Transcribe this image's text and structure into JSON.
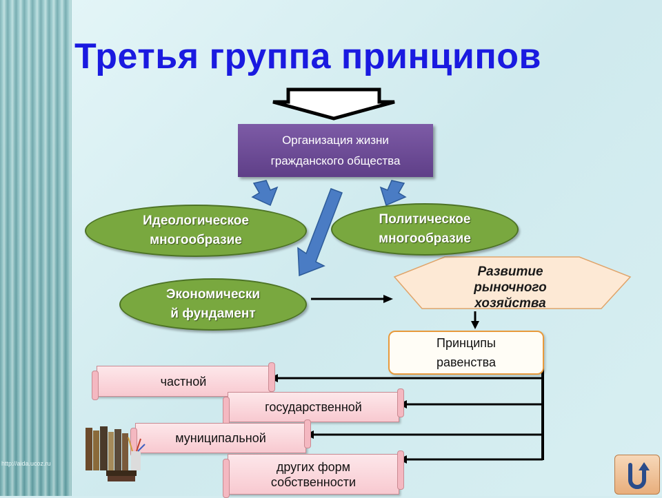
{
  "title": "Третья группа принципов",
  "org_box": {
    "line1": "Организация жизни",
    "line2": "гражданского общества"
  },
  "ellipses": [
    {
      "line1": "Идеологическое",
      "line2": "многообразие"
    },
    {
      "line1": "Политическое",
      "line2": "многообразие"
    },
    {
      "line1": "Экономически",
      "line2": "й фундамент"
    }
  ],
  "market": {
    "line1": "Развитие",
    "line2": "рыночного",
    "line3": "хозяйства"
  },
  "principles": {
    "line1": "Принципы",
    "line2": "равенства"
  },
  "forms": [
    {
      "line1": "частной"
    },
    {
      "line1": "государственной"
    },
    {
      "line1": "муниципальной"
    },
    {
      "line1": "других форм",
      "line2": "собственности"
    }
  ],
  "watermark": "http://aida.ucoz.ru",
  "colors": {
    "title": "#1a1ae0",
    "org_box": "#6a4896",
    "ellipse": "#79a83f",
    "arrow_blue": "#4a7cc4",
    "scroll": "#f8c9d0"
  },
  "icons": {
    "nav": "return-arrow-icon",
    "books": "books-icon"
  }
}
